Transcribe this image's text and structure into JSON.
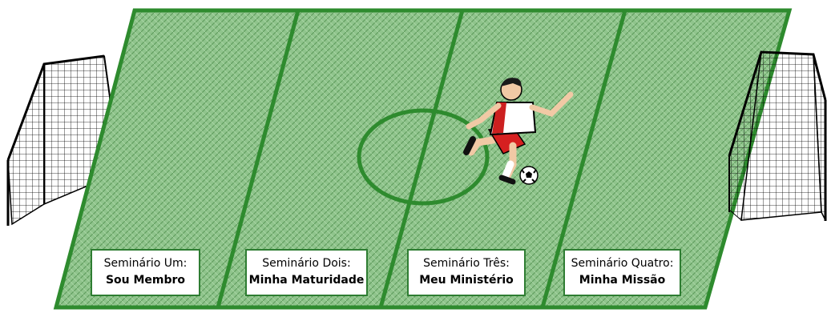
{
  "field": {
    "grass_color": "#7fb77e",
    "line_color": "#2e7d32",
    "background": "#ffffff"
  },
  "seminars": [
    {
      "title": "Seminário Um:",
      "name": "Sou Membro"
    },
    {
      "title": "Seminário Dois:",
      "name": "Minha Maturidade"
    },
    {
      "title": "Seminário Três:",
      "name": "Meu Ministério"
    },
    {
      "title": "Seminário Quatro:",
      "name": "Minha Missão"
    }
  ],
  "icons": {
    "left_goal": "soccer-goal-icon",
    "right_goal": "soccer-goal-icon",
    "player": "soccer-player-icon",
    "ball": "soccer-ball-icon"
  }
}
